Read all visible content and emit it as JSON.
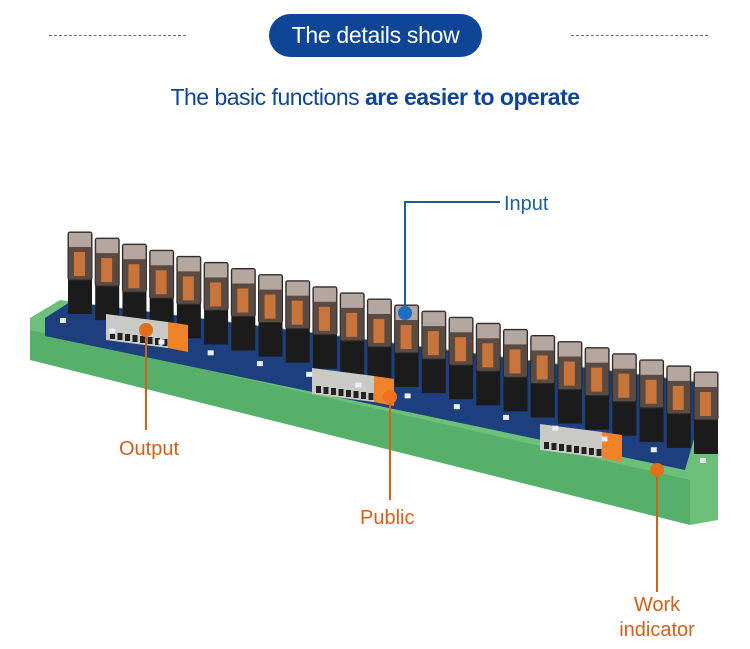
{
  "header": {
    "badge_label": "The details show",
    "subtitle_light": "The basic functions",
    "subtitle_bold": "are easier to operate"
  },
  "product": {
    "name": "relay-module-board",
    "relay_count": 24,
    "terminal_blocks": 3,
    "colors": {
      "accent_blue": "#0e4596",
      "callout_blue": "#1c5f95",
      "callout_orange": "#d0601a",
      "rail_green": "#6cc07a",
      "pcb_blue": "#1d3f7e",
      "relay_copper": "#c8743a",
      "terminal_grey": "#c9c9c6",
      "terminal_orange": "#f0822a"
    }
  },
  "callouts": {
    "input": "Input",
    "output": "Output",
    "public": "Public",
    "work_line1": "Work",
    "work_line2": "indicator"
  }
}
